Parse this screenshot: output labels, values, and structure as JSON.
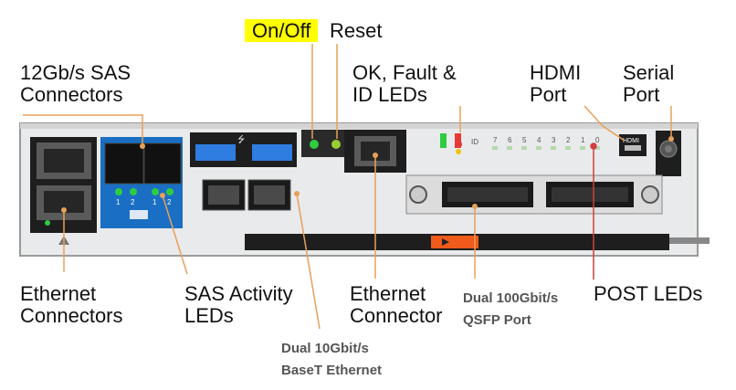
{
  "callouts": {
    "on_off": "On/Off",
    "reset": "Reset",
    "sas_connectors": [
      "12Gb/s SAS",
      "Connectors"
    ],
    "ok_fault_id": [
      "OK, Fault &",
      "ID LEDs"
    ],
    "hdmi_port": [
      "HDMI",
      "Port"
    ],
    "serial_port": [
      "Serial",
      "Port"
    ],
    "ethernet_connectors": [
      "Ethernet",
      "Connectors"
    ],
    "sas_activity": [
      "SAS Activity",
      "LEDs"
    ],
    "ethernet_connector": [
      "Ethernet",
      "Connector"
    ],
    "qsfp": [
      "Dual 100Gbit/s",
      "QSFP Port"
    ],
    "post_leds": "POST LEDs",
    "tenG": [
      "Dual 10Gbit/s",
      "BaseT Ethernet"
    ]
  },
  "panel": {
    "sas_port_numbers": [
      "1",
      "2",
      "1",
      "2"
    ],
    "post_led_numbers": [
      "7",
      "6",
      "5",
      "4",
      "3",
      "2",
      "1",
      "0"
    ],
    "hdmi_text": "HDMI",
    "id_led_text": "ID",
    "usb_symbol": "⭍"
  },
  "colors": {
    "callout_line": "#e8a05a",
    "post_line": "#d04040",
    "highlight": "#ffff00",
    "sas_blue": "#1a6fc4",
    "led_green": "#2ecc40",
    "led_red": "#e53935",
    "led_yellow": "#f4c20d",
    "usb_blue": "#2f7de1",
    "orange_latch": "#f05a1a"
  }
}
